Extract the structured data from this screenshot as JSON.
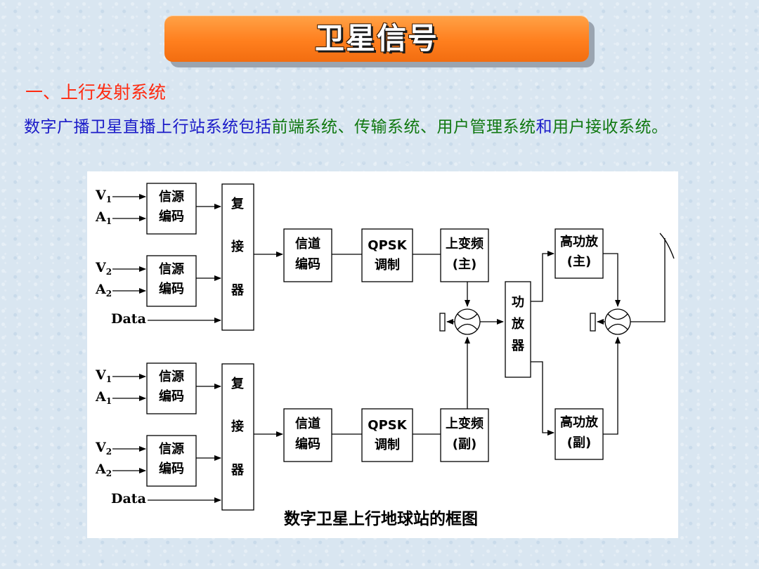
{
  "title": "卫星信号",
  "section_heading": "一、上行发射系统",
  "paragraph": {
    "intro": "数字广播卫星直播上行站系统包括",
    "front_end": "前端系统",
    "sep1": "、",
    "transmission": "传输系统",
    "sep2": "、",
    "user_management": "用户管理系统",
    "conj": "和",
    "user_reception": "用户接收系统",
    "end": "。"
  },
  "diagram": {
    "caption": "数字卫星上行地球站的框图",
    "inputs": {
      "v": "V",
      "a": "A",
      "sub1": "1",
      "sub2": "2",
      "data": "Data"
    },
    "source_encoder": [
      "信源",
      "编码"
    ],
    "multiplexer": [
      "复",
      "接",
      "器"
    ],
    "channel_encoder": [
      "信道",
      "编码"
    ],
    "modulator": [
      "QPSK",
      "调制"
    ],
    "upconverter_main": [
      "上变频",
      "(主)"
    ],
    "upconverter_backup": [
      "上变频",
      "(副)"
    ],
    "power_amp": [
      "功",
      "放",
      "器"
    ],
    "hpa_main": [
      "高功放",
      "(主)"
    ],
    "hpa_backup": [
      "高功放",
      "(副)"
    ]
  }
}
